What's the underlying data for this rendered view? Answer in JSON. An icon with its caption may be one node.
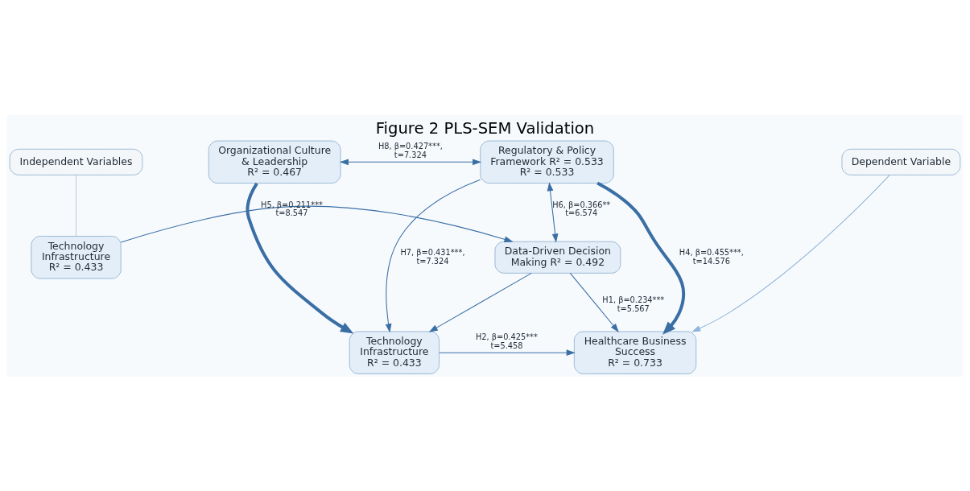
{
  "diagram": {
    "title": "Figure 2 PLS-SEM Validation",
    "nodes": [
      {
        "text": [
          "Independent Variables"
        ]
      },
      {
        "text": [
          "Technology Infrastructure",
          "R² = 0.433"
        ]
      },
      {
        "text": [
          "Data-Driven Decision Making R² = 0.492"
        ]
      },
      {
        "text": [
          "Dependent Variable"
        ]
      },
      {
        "text": [
          "Healthcare Business Success",
          "R² = 0.733"
        ]
      },
      {
        "text": [
          "Technology Infrastructure",
          "R² = 0.433"
        ]
      },
      {
        "text": [
          "Regulatory & Policy Framework R² = 0.533",
          "R² = 0.533"
        ]
      },
      {
        "text": [
          "Organizational Culture & Leadership",
          "R² = 0.467"
        ]
      }
    ],
    "edges": [
      {
        "from": 0,
        "to": 1,
        "arrow": "none",
        "color": "#c3cad2"
      },
      {
        "from": 1,
        "to": 2,
        "arrow": "to",
        "label": "H5, β=0.211*** t=8.547"
      },
      {
        "from": 2,
        "to": 5,
        "arrow": "to"
      },
      {
        "from": 2,
        "to": 4,
        "arrow": "to",
        "label": "H1, β=0.234*** t=5.567"
      },
      {
        "from": 5,
        "to": 4,
        "arrow": "to",
        "label": "H2, β=0.425*** t=5.458"
      },
      {
        "from": 6,
        "to": 2,
        "arrow": "both",
        "label": "H6, β=0.366** t=6.574"
      },
      {
        "from": 6,
        "to": 4,
        "arrow": "to",
        "style": "thick",
        "label": "H4, β=0.455***, t=14.576"
      },
      {
        "from": 6,
        "to": 5,
        "arrow": "to",
        "label": "H7, β=0.431***, t=7.324"
      },
      {
        "from": 7,
        "to": 5,
        "arrow": "to",
        "style": "thick"
      },
      {
        "from": 7,
        "to": 6,
        "arrow": "both",
        "label": "H8, β=0.427***, t=7.324"
      },
      {
        "from": 3,
        "to": 4,
        "arrow": "to",
        "color": "#8fb6da"
      }
    ]
  }
}
